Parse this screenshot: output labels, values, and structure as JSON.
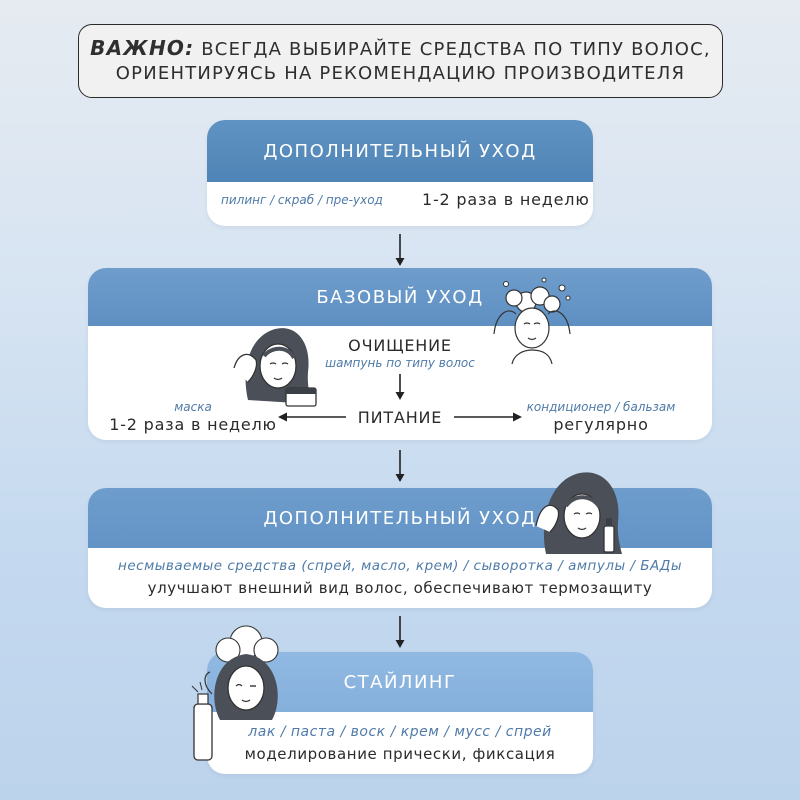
{
  "important": {
    "lead": "ВАЖНО:",
    "line1_rest": "ВСЕГДА ВЫБИРАЙТЕ СРЕДСТВА ПО ТИПУ ВОЛОС,",
    "line2": "ОРИЕНТИРУЯСЬ НА РЕКОМЕНДАЦИЮ ПРОИЗВОДИТЕЛЯ"
  },
  "block1": {
    "title": "ДОПОЛНИТЕЛЬНЫЙ УХОД",
    "tag": "пилинг / скраб / пре-уход",
    "frequency": "1-2 раза в неделю"
  },
  "block2": {
    "title": "БАЗОВЫЙ УХОД",
    "cleansing_label": "ОЧИЩЕНИЕ",
    "cleansing_tag": "шампунь по типу волос",
    "nutrition_label": "ПИТАНИЕ",
    "mask_tag": "маска",
    "mask_frequency": "1-2 раза в неделю",
    "conditioner_tag": "кондиционер / бальзам",
    "conditioner_frequency": "регулярно"
  },
  "block3": {
    "title": "ДОПОЛНИТЕЛЬНЫЙ УХОД",
    "tag": "несмываемые средства (спрей, масло, крем) / сыворотка / ампулы / БАДы",
    "description": "улучшают внешний вид волос, обеспечивают термозащиту"
  },
  "block4": {
    "title": "СТАЙЛИНГ",
    "tag": "лак / паста / воск / крем / мусс / спрей",
    "description": "моделирование прически, фиксация"
  },
  "colors": {
    "header_blue_dark": "#5a8fbf",
    "header_blue_mid": "#6f9ccb",
    "header_blue_light": "#8cb6e0",
    "tag_blue": "#4f7ba8",
    "text": "#2b2b2b"
  }
}
